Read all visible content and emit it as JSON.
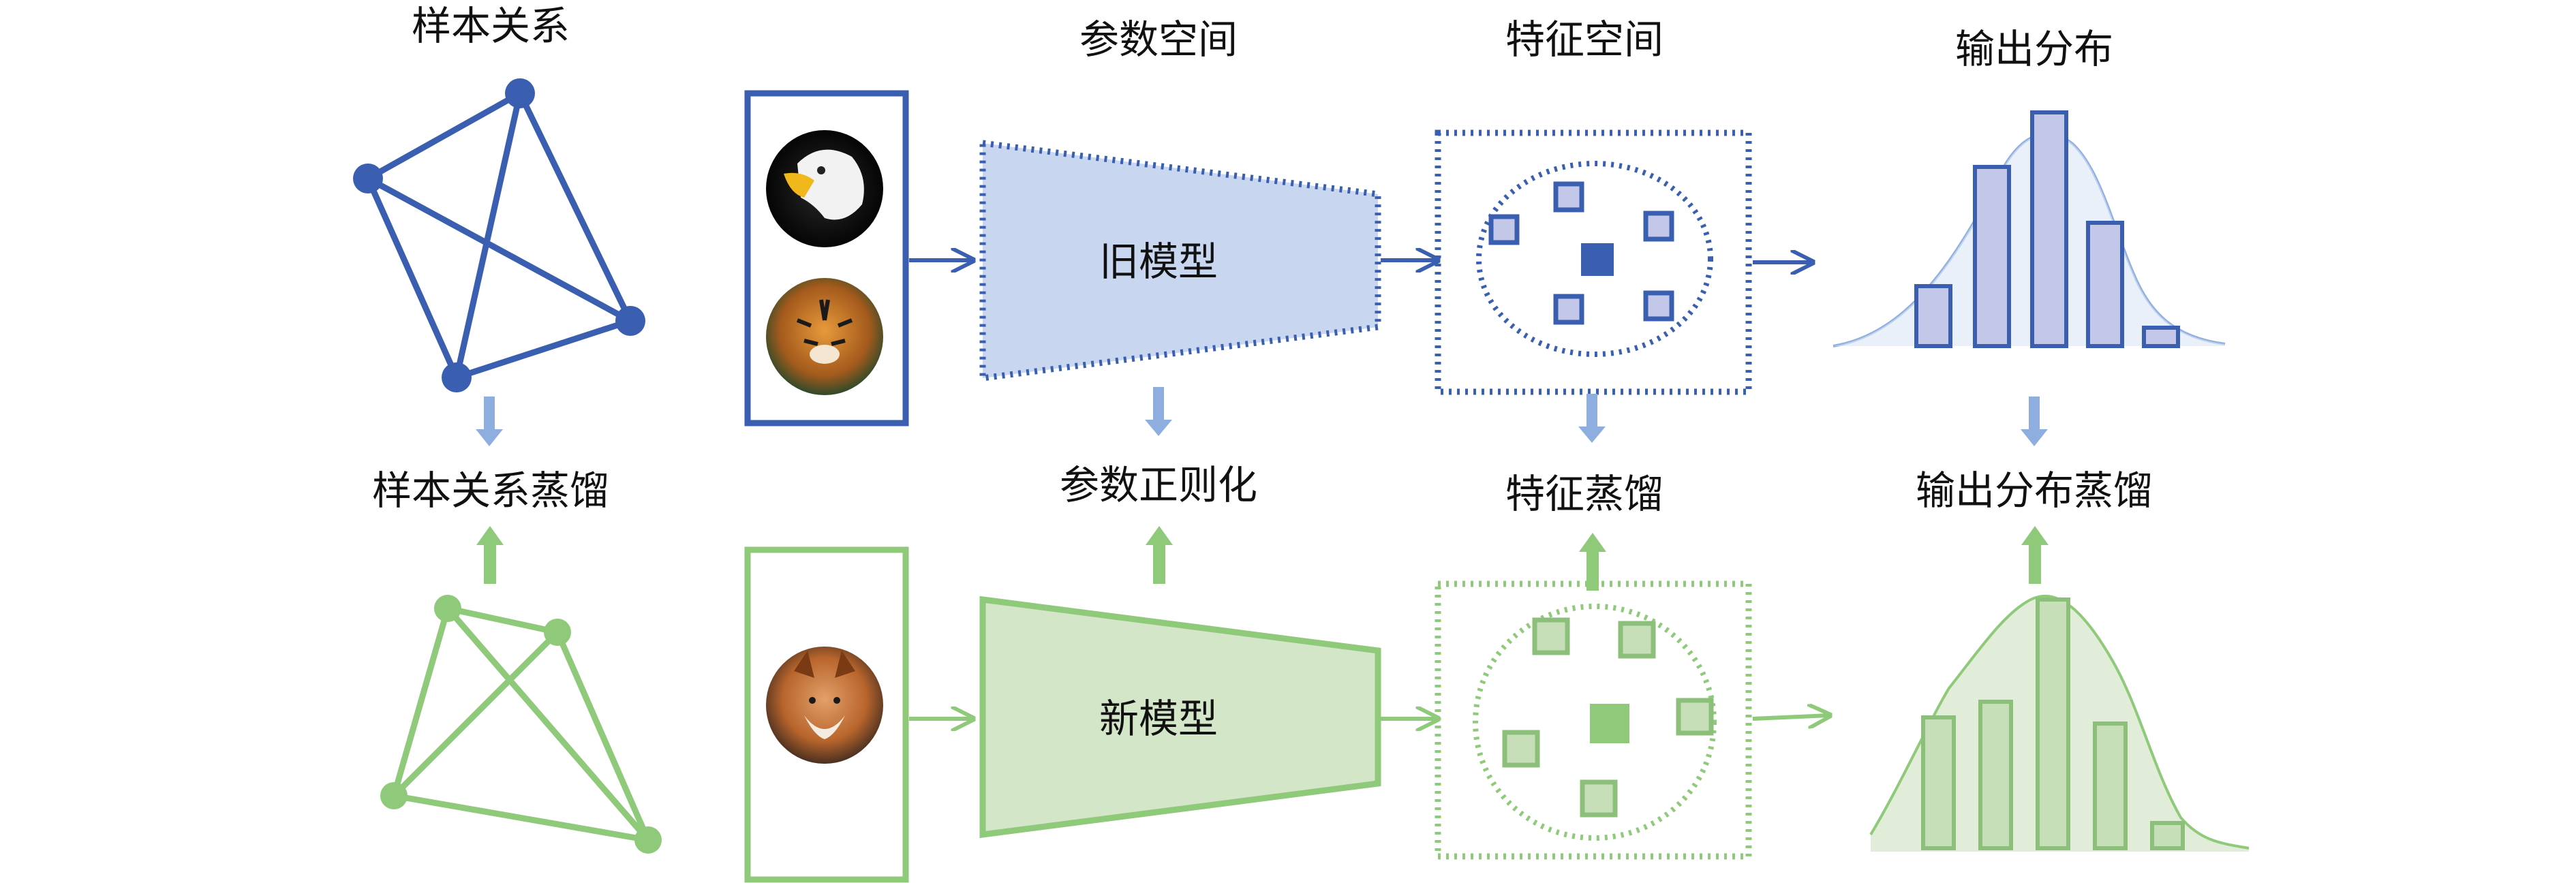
{
  "labels": {
    "sample_relation": "样本关系",
    "param_space": "参数空间",
    "feature_space": "特征空间",
    "output_dist": "输出分布",
    "sample_relation_distill": "样本关系蒸馏",
    "param_regularization": "参数正则化",
    "feature_distill": "特征蒸馏",
    "output_dist_distill": "输出分布蒸馏",
    "old_model": "旧模型",
    "new_model": "新模型"
  },
  "images": {
    "old_task_1": "eagle-photo",
    "old_task_2": "tiger-photo",
    "new_task_1": "fox-photo"
  },
  "colors": {
    "old_blue": "#3a5fb0",
    "old_fill": "#c8d7ef",
    "light_blue_arrow": "#8eaee0",
    "new_green": "#8fc97a",
    "new_fill": "#d4e6c8",
    "bar_green": "#c6dfb9",
    "bar_green_stroke": "#8cc07a",
    "bar_blue": "#c3c7e8"
  }
}
